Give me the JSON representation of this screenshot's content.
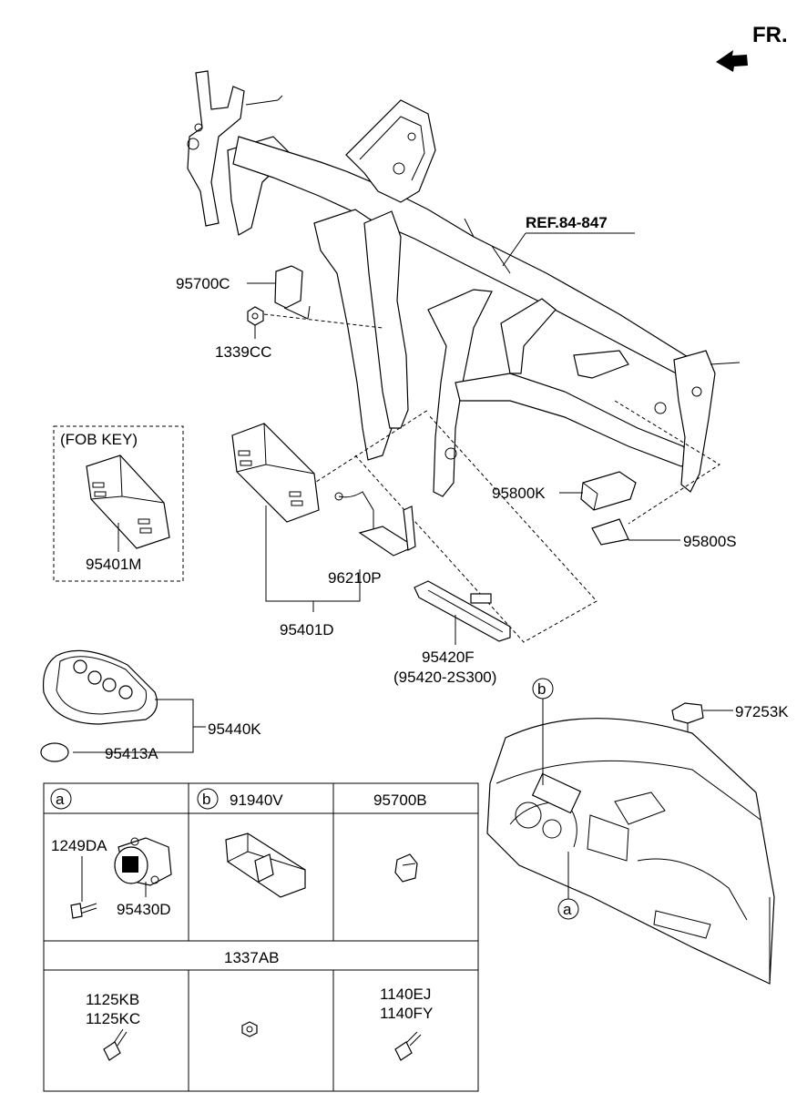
{
  "direction": {
    "label": "FR.",
    "icon": "forward-arrow-icon"
  },
  "reference": {
    "label": "REF.84-847"
  },
  "parts": {
    "p95700C": "95700C",
    "p1339CC": "1339CC",
    "fob_title": "(FOB KEY)",
    "p95401M": "95401M",
    "p95401D": "95401D",
    "p96210P": "96210P",
    "p95800K": "95800K",
    "p95800S": "95800S",
    "p95420F": "95420F",
    "p95420_alt": "(95420-2S300)",
    "p95440K": "95440K",
    "p95413A": "95413A",
    "p97253K": "97253K"
  },
  "callouts": {
    "a": "a",
    "b": "b"
  },
  "table": {
    "row1": {
      "cell1": {
        "marker": "a"
      },
      "cell2": {
        "marker": "b",
        "label": "91940V"
      },
      "cell3": {
        "label": "95700B"
      }
    },
    "cell_a_parts": {
      "bolt": "1249DA",
      "switch": "95430D"
    },
    "row2": {
      "label": "1337AB"
    },
    "row3": {
      "cell1": {
        "line1": "1125KB",
        "line2": "1125KC"
      },
      "cell3": {
        "line1": "1140EJ",
        "line2": "1140FY"
      }
    }
  }
}
